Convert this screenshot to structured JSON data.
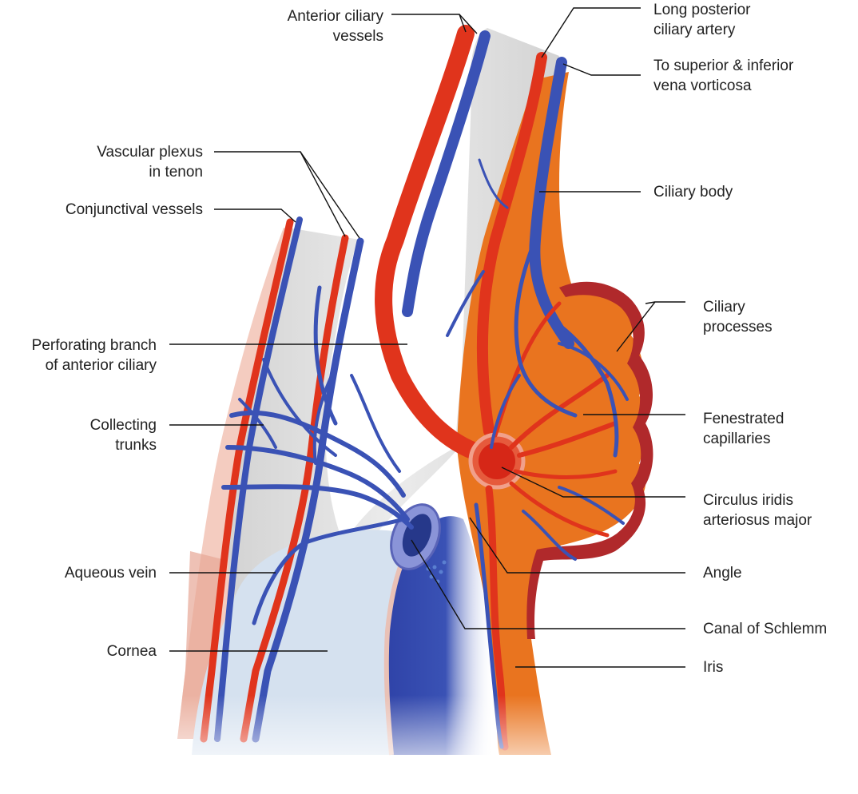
{
  "figure": {
    "colors": {
      "artery": "#e0341c",
      "artery_dark": "#b82412",
      "vein": "#3a52b5",
      "vein_dark": "#26388a",
      "sclera": "#dcdcdc",
      "cornea": "#d5e1ef",
      "ciliary_tissue": "#e9741f",
      "ciliary_processes": "#b0292b",
      "conjunctiva": "#f2c3b5",
      "schlemm": "#8a94d8",
      "chamber": "#2f43a8",
      "leader": "#111111"
    },
    "labels": {
      "anterior_ciliary_vessels": "Anterior ciliary\nvessels",
      "long_posterior_ciliary_artery": "Long posterior\nciliary artery",
      "vena_vorticosa": "To superior & inferior\nvena vorticosa",
      "vascular_plexus_tenon": "Vascular plexus\nin tenon",
      "conjunctival_vessels": "Conjunctival vessels",
      "ciliary_body": "Ciliary body",
      "ciliary_processes": "Ciliary\nprocesses",
      "perforating_branch": "Perforating branch\nof anterior ciliary",
      "collecting_trunks": "Collecting\ntrunks",
      "fenestrated_capillaries": "Fenestrated\ncapillaries",
      "circulus_iridis": "Circulus iridis\narteriosus major",
      "aqueous_vein": "Aqueous vein",
      "angle": "Angle",
      "canal_of_schlemm": "Canal of Schlemm",
      "cornea": "Cornea",
      "iris": "Iris"
    },
    "icons": [
      "anatomical-illustration"
    ]
  }
}
